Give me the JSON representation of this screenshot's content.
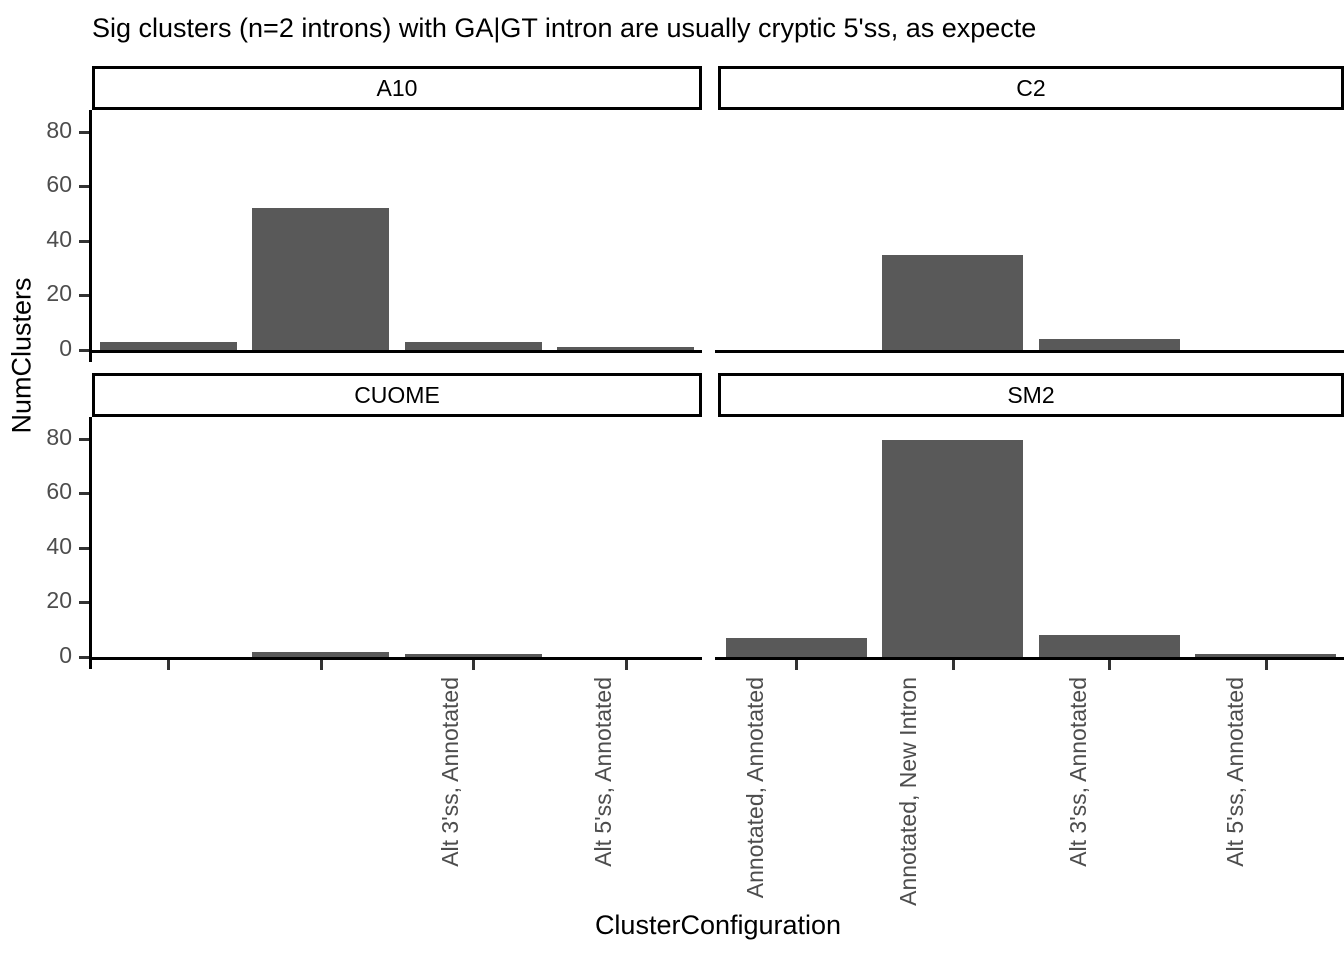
{
  "chart_data": {
    "type": "bar",
    "title": "Sig clusters (n=2 introns) with GA|GT intron are usually cryptic 5'ss, as expecte",
    "xlabel": "ClusterConfiguration",
    "ylabel": "NumClusters",
    "categories": [
      "Alt 3'ss, Annotated",
      "Alt 5'ss, Annotated",
      "Annotated, Annotated",
      "Annotated, New Intron"
    ],
    "ylim": [
      0,
      88
    ],
    "yticks": [
      0,
      20,
      40,
      60,
      80
    ],
    "ytick_labels": [
      "0",
      "20",
      "40",
      "60",
      "80"
    ],
    "grid": false,
    "legend": "none",
    "facet_layout": "2x2",
    "bar_color": "#595959",
    "panels": [
      {
        "name": "A10",
        "values": [
          3,
          52,
          3,
          1
        ]
      },
      {
        "name": "C2",
        "values": [
          0,
          35,
          4,
          0
        ]
      },
      {
        "name": "CUOME",
        "values": [
          0,
          2,
          1,
          0
        ]
      },
      {
        "name": "SM2",
        "values": [
          7,
          79.5,
          8,
          1
        ]
      }
    ]
  }
}
